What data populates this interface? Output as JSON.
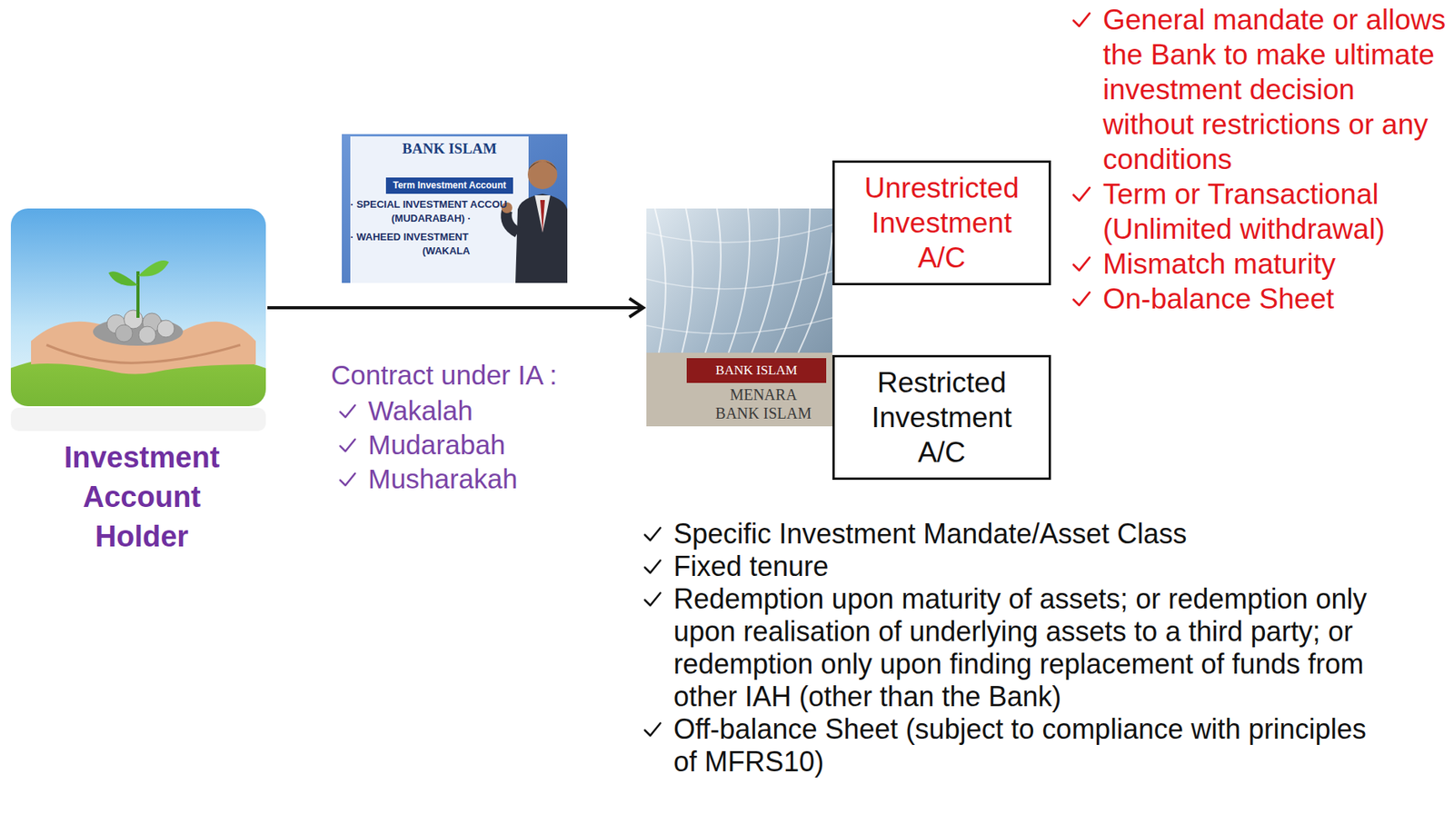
{
  "diagram": {
    "nodes": [
      {
        "text": [
          "Unrestricted Investment A/C"
        ]
      },
      {
        "text": [
          "Restricted Investment A/C"
        ]
      }
    ],
    "labels": [
      "Investment Account Holder",
      "BANK ISLAM",
      "Term Investment Account",
      "· SPECIAL INVESTMENT ACCOU",
      "(MUDARABAH) ·",
      "· WAHEED INVESTMENT",
      "(WAKALA",
      "Contract under IA :",
      "Wakalah",
      "Mudarabah",
      "Musharakah",
      "BANK ISLAM",
      "MENARA",
      "BANK ISLAM",
      "General mandate or allows the Bank to make ultimate investment decision without restrictions or any conditions",
      "Term or Transactional (Unlimited withdrawal)",
      "Mismatch maturity",
      "On-balance Sheet",
      "Specific Investment Mandate/Asset Class",
      "Fixed tenure",
      "Redemption upon maturity of assets; or redemption only upon realisation of underlying assets to a third party; or redemption only upon finding replacement of funds from other IAH (other than the Bank)",
      "Off-balance Sheet (subject to compliance with principles of MFRS10)"
    ]
  }
}
